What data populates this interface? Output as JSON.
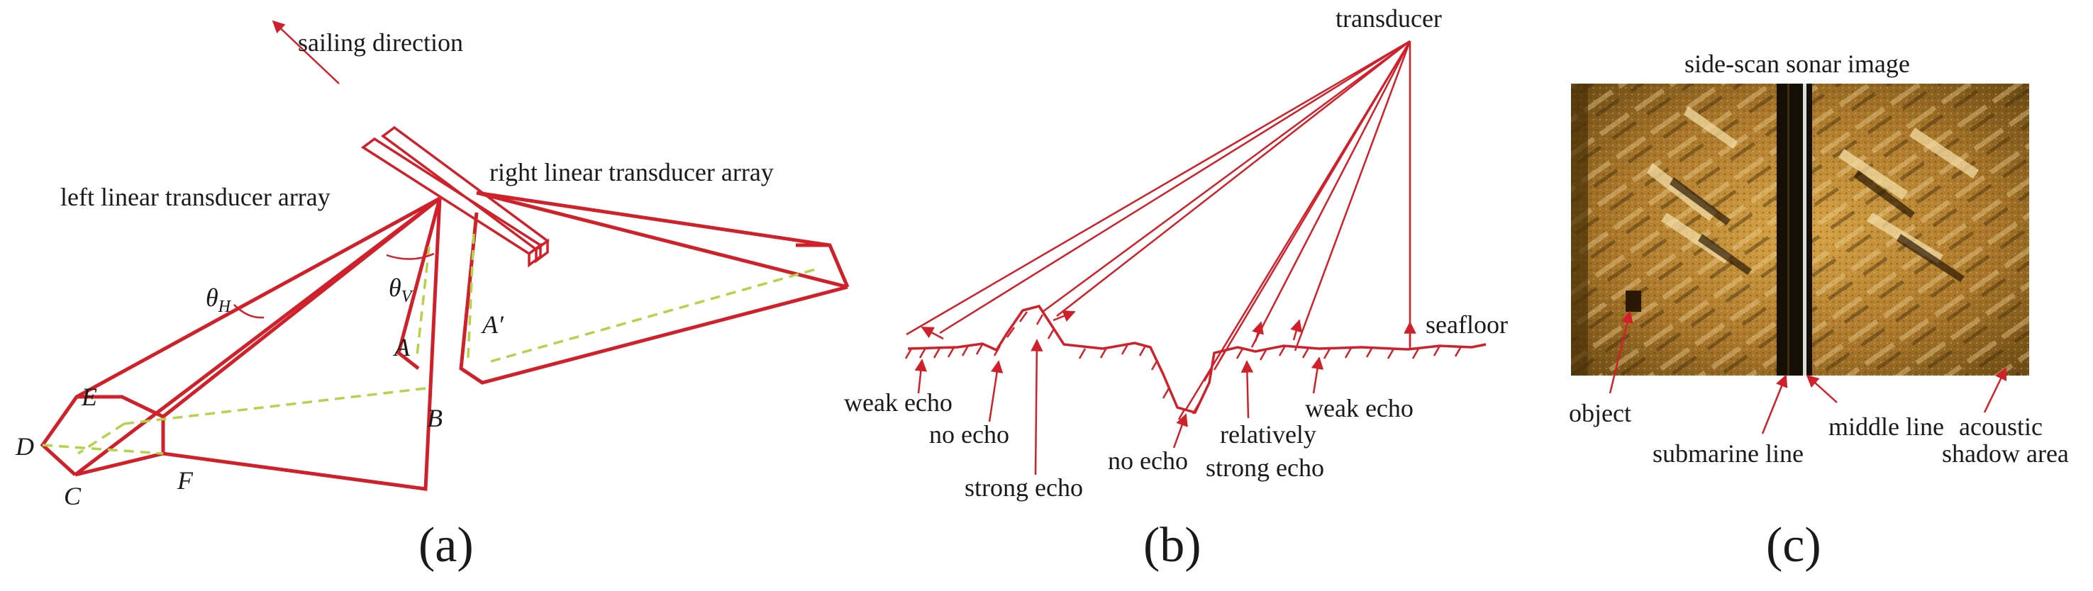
{
  "colors": {
    "line": "#d0202a",
    "dashed": "#b5d34a",
    "text": "#1a1a1a",
    "sonar_base": "#b07d2a",
    "sonar_dark": "#1c1408"
  },
  "panel_a": {
    "caption": "(a)",
    "sailing_direction": "sailing direction",
    "left_array": "left linear transducer array",
    "right_array": "right linear transducer array",
    "theta_h": "θ",
    "theta_h_sub": "H",
    "theta_v": "θ",
    "theta_v_sub": "V",
    "point_a": "A",
    "point_a_prime": "A′",
    "point_b": "B",
    "point_c": "C",
    "point_d": "D",
    "point_e": "E",
    "point_f": "F"
  },
  "panel_b": {
    "caption": "(b)",
    "transducer": "transducer",
    "seafloor": "seafloor",
    "weak_echo_left": "weak echo",
    "no_echo_left": "no echo",
    "strong_echo": "strong echo",
    "no_echo_mid": "no echo",
    "relatively_strong_echo_1": "relatively",
    "relatively_strong_echo_2": "strong echo",
    "weak_echo_right": "weak echo"
  },
  "panel_c": {
    "caption": "(c)",
    "title": "side-scan sonar image",
    "object": "object",
    "submarine_line": "submarine line",
    "middle_line": "middle line",
    "acoustic_1": "acoustic",
    "acoustic_2": "shadow area"
  }
}
